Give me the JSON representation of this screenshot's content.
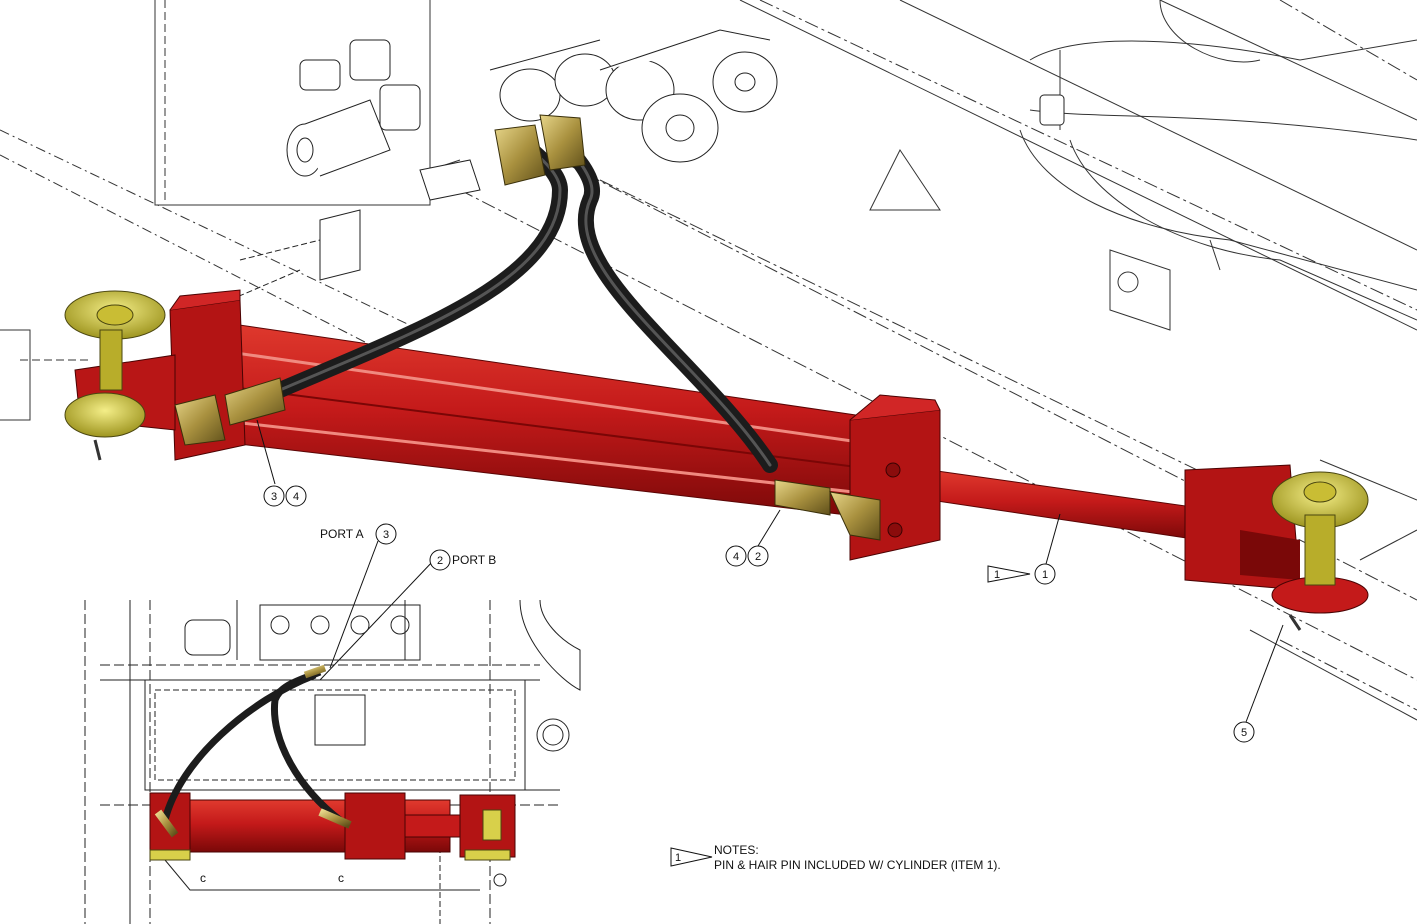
{
  "balloons": {
    "b3a": "3",
    "b4a": "4",
    "b4b": "4",
    "b2b": "2",
    "b1": "1",
    "b1flag": "1",
    "b5": "5",
    "bPortA": "3",
    "bPortB": "2",
    "bNote": "1"
  },
  "labels": {
    "port_a": "PORT A",
    "port_b": "PORT B",
    "tick_c1": "c",
    "tick_c2": "c"
  },
  "notes": {
    "heading": "NOTES:",
    "line1": "PIN & HAIR PIN INCLUDED W/ CYLINDER (ITEM 1)."
  },
  "colors": {
    "cylinder_red": "#c41a1a",
    "cylinder_dark": "#8a0c0c",
    "hose_black": "#1c1c1c",
    "fitting_brass": "#b8a35a",
    "pin_yellow": "#d8d04a"
  }
}
